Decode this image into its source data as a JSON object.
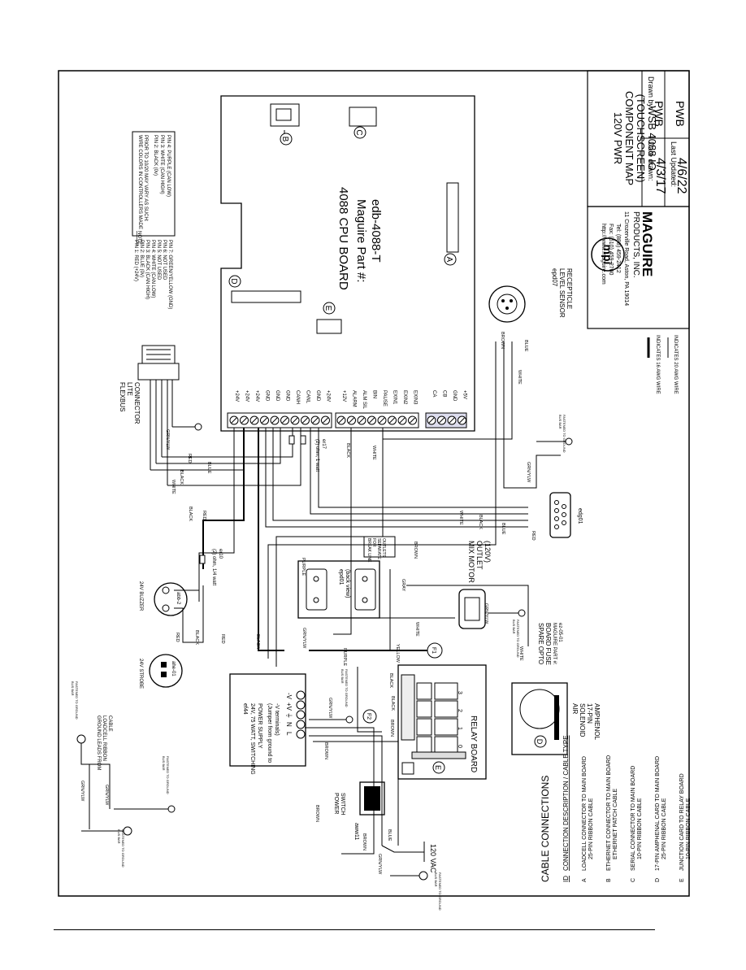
{
  "title_block": {
    "title_lines": [
      "WSB 4088 IO",
      "(TOUCHSCREEN)",
      "COMPONENT MAP",
      "120V PWR"
    ],
    "drawn_by_label": "Drawn by:",
    "drawn_by": "PWB",
    "date_drawn_label": "Date drawn:",
    "date_drawn": "4/3/17",
    "updated_by": "PWB",
    "last_updated_label": "Last Updated:",
    "last_updated": "4/6/22",
    "company_logo": "mpi",
    "company_name": "MAGUIRE",
    "company_lines": [
      "PRODUCTS, INC.",
      "11 Crozerville Road, Aston, PA 19014",
      "Tel: (888) 459-2412",
      "Fax: (610) 459-2700",
      "http://www.maguire.com"
    ]
  },
  "legend": {
    "thick": "INDICATES 16 AWG WIRE",
    "thin": "INDICATES 20 AWG WIRE"
  },
  "cpu_board": {
    "title": "4088 CPU BOARD",
    "part_label": "Maguire Part #:",
    "part_number": "edb-4088-T",
    "callouts": [
      "A",
      "B",
      "C",
      "D",
      "E"
    ],
    "terminals_left": [
      "+24V",
      "+24V",
      "+24V",
      "GND",
      "GND",
      "GND",
      "CANH",
      "CANL",
      "GND",
      "+24V"
    ],
    "terminals_mid": [
      "+12V",
      "ALARM",
      "ALM SIL",
      "BIN",
      "PAUSE",
      "EXIN1",
      "EXIN2",
      "EXIN3"
    ],
    "terminals_right": [
      "CA",
      "CB",
      "GND",
      "+5V"
    ]
  },
  "note": {
    "heading": "NOTE:",
    "lines": [
      "WIRE COLORS IN CONTROLLERS MADE",
      "PRIOR TO 10/20 MAY VARY AS SUCH:",
      "PIN 2: BLACK (0v)",
      "PIN 3: WHITE (CAN HIGH)",
      "PIN 4: PURPLE (CAN LOW)"
    ]
  },
  "flexbus": {
    "label_lines": [
      "FLEXBUS",
      "LITE",
      "CONNECTOR"
    ],
    "pins": [
      "PIN 1: RED (+24V)",
      "PIN 2: BLUE (0v)",
      "PIN 3: BLACK (CAN HIGH)",
      "PIN 4: WHITE (CAN LOW)",
      "PIN 5: NOT USED",
      "PIN 6: NOT USED",
      "PIN 7: GREEN/YELLOW (GND)"
    ]
  },
  "level_sensor": {
    "part": "epd07",
    "label_lines": [
      "LEVEL SENSOR",
      "RECEPTICLE"
    ]
  },
  "serial_connector": {
    "part": "edg01"
  },
  "resistor1": {
    "part": "er17",
    "desc": "(2) ohm, 1 watt"
  },
  "resistor2": {
    "part": "er10",
    "desc": "(2) ohm, 1/4 watt"
  },
  "buzzer": {
    "label": "24V BUZZER",
    "part": "abb-2"
  },
  "strobe": {
    "label": "24V STROBE",
    "part": "ahe-01"
  },
  "outlet": {
    "part": "epd01",
    "detail": "(back view)",
    "note_lines": [
      "BREAK LINE",
      "FOR",
      "SEPARATE",
      "OUTLETS"
    ]
  },
  "mix_motor": {
    "label_lines": [
      "MIX MOTOR",
      "OUTLET",
      "(120V)"
    ]
  },
  "fuse": {
    "label": "F1",
    "spare_lines": [
      "SPARE OPTO",
      "BOARD FUSE",
      "MAGUIRE PART #:",
      "ez-05-01"
    ]
  },
  "power_supply": {
    "part": "ef44",
    "lines": [
      "24V, 75 WATT, SWITCHING",
      "POWER SUPPLY",
      "(Jumper from ground to",
      "-V terminals)"
    ],
    "terminals": [
      "-V",
      "+V",
      "⏚",
      "N",
      "L"
    ]
  },
  "relay_board": {
    "label": "RELAY BOARD",
    "channels": [
      "0",
      "1",
      "2",
      "3"
    ],
    "fuse": "F2"
  },
  "air_solenoid": {
    "lines": [
      "AIR",
      "SOLENOID",
      "17-PIN",
      "AMPHENOL"
    ]
  },
  "power_switch": {
    "label_lines": [
      "POWER",
      "SWITCH"
    ],
    "part": "aww11"
  },
  "mains": {
    "label": "120 VAC"
  },
  "load_cell": {
    "label_lines": [
      "GROUND LEADS FROM",
      "LOADCELL RIBBON",
      "CABLE"
    ]
  },
  "ground_label": [
    "FASTENED TO GROUND",
    "BUS BAR"
  ],
  "wire_colors": [
    "RED",
    "BLACK",
    "BLUE",
    "WHITE",
    "BROWN",
    "GRN/YLW",
    "GRAY",
    "PURPLE",
    "YELLOW"
  ],
  "cable_connections": {
    "title": "CABLE CONNECTIONS",
    "col_id": "ID",
    "col_desc": "CONNECTION DESCRIPTION / CABLE TYPE",
    "rows": [
      {
        "id": "A",
        "lines": [
          "LOADCELL CONNECTOR TO MAIN BOARD",
          "25-PIN RIBBON CABLE"
        ]
      },
      {
        "id": "B",
        "lines": [
          "ETHERNET CONNECTOR TO MAIN BOARD",
          "ETHERNET PATCH CABLE"
        ]
      },
      {
        "id": "C",
        "lines": [
          "SERIAL CONNECTOR TO MAIN BOARD",
          "10-PIN RIBBON CABLE"
        ]
      },
      {
        "id": "D",
        "lines": [
          "17-PIN AMPHENAL CARD TO MAIN BOARD",
          "25-PIN RIBBON CABLE"
        ]
      },
      {
        "id": "E",
        "lines": [
          "JUNCTION CARD TO RELAY BOARD",
          "10-PIN RIBBON CABLE"
        ]
      }
    ]
  }
}
